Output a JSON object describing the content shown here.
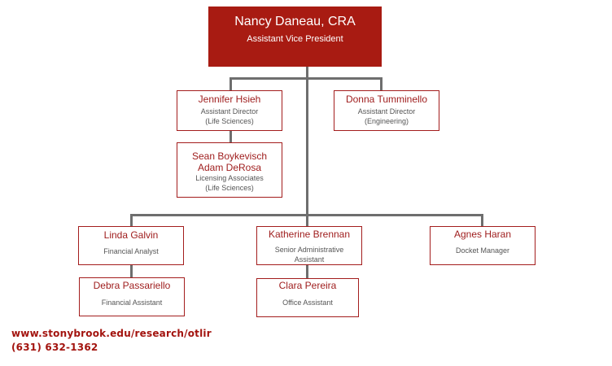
{
  "head": {
    "name": "Nancy Daneau, CRA",
    "title": "Assistant Vice President"
  },
  "nodes": {
    "jennifer": {
      "name": "Jennifer Hsieh",
      "title1": "Assistant Director",
      "title2": "(Life Sciences)"
    },
    "donna": {
      "name": "Donna Tumminello",
      "title1": "Assistant Director",
      "title2": "(Engineering)"
    },
    "sean_adam": {
      "name1": "Sean Boykevisch",
      "name2": "Adam DeRosa",
      "title1": "Licensing Associates",
      "title2": "(Life Sciences)"
    },
    "linda": {
      "name": "Linda Galvin",
      "title": "Financial Analyst"
    },
    "katherine": {
      "name": "Katherine Brennan",
      "title1": "Senior Administrative",
      "title2": "Assistant"
    },
    "agnes": {
      "name": "Agnes Haran",
      "title": "Docket Manager"
    },
    "debra": {
      "name": "Debra Passariello",
      "title": "Financial Assistant"
    },
    "clara": {
      "name": "Clara Pereira",
      "title": "Office Assistant"
    }
  },
  "footer": {
    "url": "www.stonybrook.edu/research/otlir",
    "phone": "(631) 632-1362"
  },
  "colors": {
    "accent": "#a81b12",
    "connector": "#6e6e6e",
    "box_border": "#a31d1d"
  }
}
